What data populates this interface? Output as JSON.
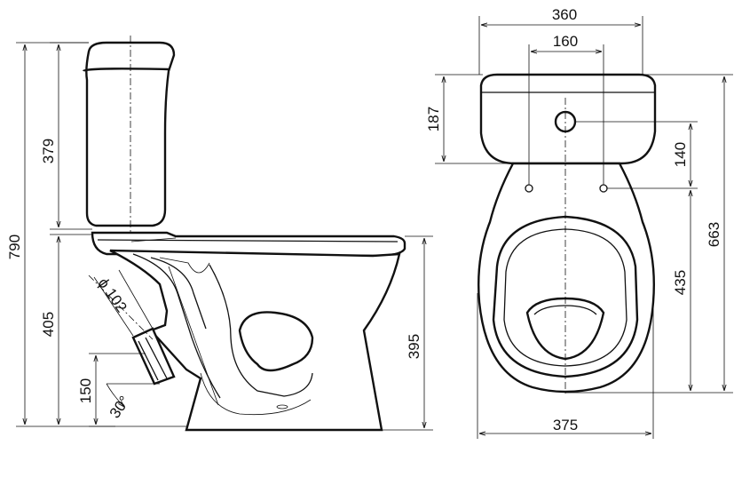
{
  "side_view": {
    "overall_height": "790",
    "tank_height": "379",
    "bowl_height": "405",
    "rim_height": "395",
    "outlet_diameter": "ϕ 102",
    "outlet_height": "150",
    "outlet_angle": "30°"
  },
  "top_view": {
    "tank_width": "360",
    "hole_spacing": "160",
    "tank_depth": "187",
    "hole_offset": "140",
    "total_length": "663",
    "seat_length": "435",
    "bowl_width": "375"
  }
}
